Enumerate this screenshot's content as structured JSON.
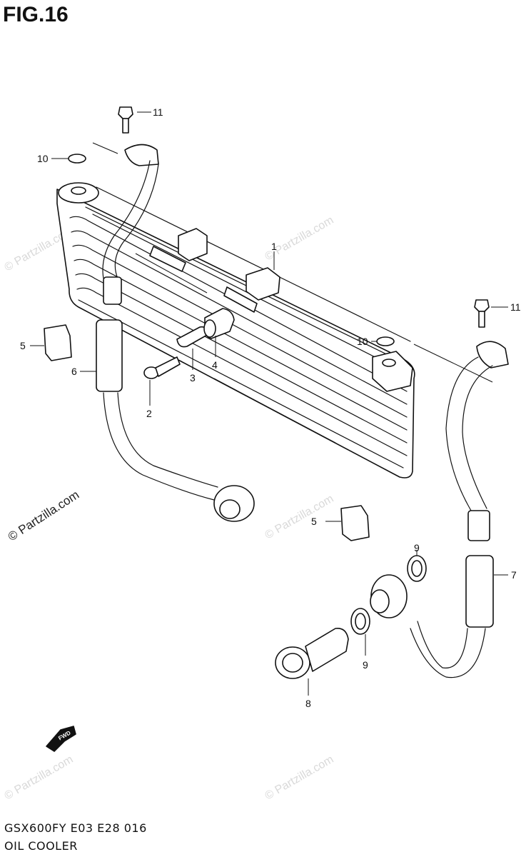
{
  "header": {
    "title": "FIG.16"
  },
  "footer": {
    "model_code": "GSX600FY E03 E28  016",
    "section_name": "OIL COOLER"
  },
  "watermark": {
    "text": "© Partzilla.com",
    "color": "#d9d9d9"
  },
  "callouts": {
    "c1": "1",
    "c2": "2",
    "c3": "3",
    "c4": "4",
    "c5a": "5",
    "c5b": "5",
    "c6": "6",
    "c7": "7",
    "c8": "8",
    "c9a": "9",
    "c9b": "9",
    "c10a": "10",
    "c10b": "10",
    "c11a": "11",
    "c11b": "11"
  },
  "fwd_arrow": {
    "label": "FWD"
  }
}
